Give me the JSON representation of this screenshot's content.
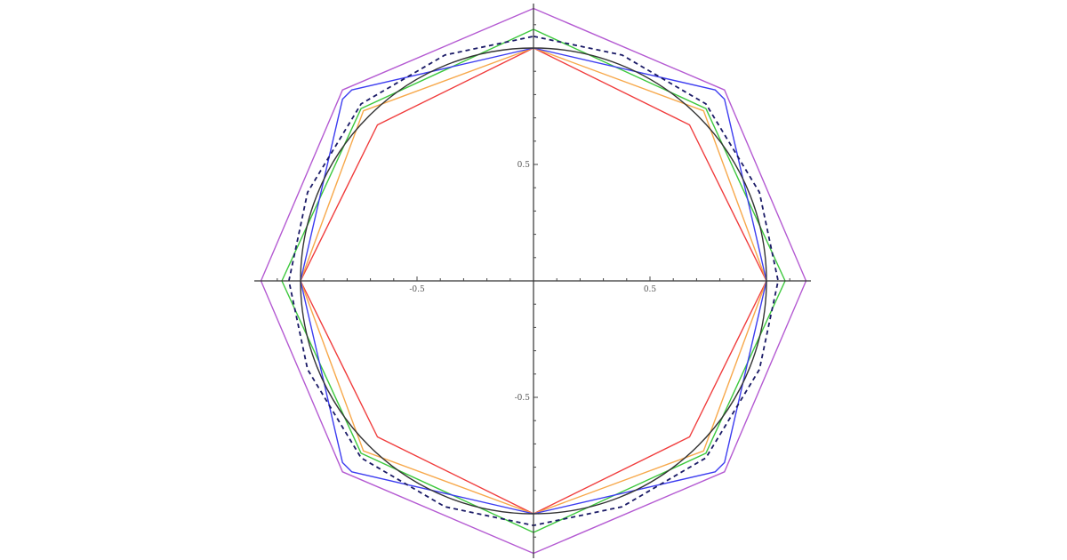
{
  "chart_data": {
    "type": "line",
    "title": "",
    "xlabel": "",
    "ylabel": "",
    "xlim": [
      -1.18,
      1.18
    ],
    "ylim": [
      -1.18,
      1.18
    ],
    "grid": false,
    "legend": "none",
    "x_ticks": [
      {
        "value": -0.5,
        "label": "-0.5"
      },
      {
        "value": 0.5,
        "label": "0.5"
      }
    ],
    "y_ticks": [
      {
        "value": 0.5,
        "label": "0.5"
      },
      {
        "value": -0.5,
        "label": "-0.5"
      }
    ],
    "series": [
      {
        "color": "#f03c3c",
        "dash": "solid",
        "closed": true,
        "points": [
          [
            0,
            1.0
          ],
          [
            0.67,
            0.67
          ],
          [
            1.0,
            0
          ],
          [
            0.67,
            -0.67
          ],
          [
            0,
            -1.0
          ],
          [
            -0.67,
            -0.67
          ],
          [
            -1.0,
            0
          ],
          [
            -0.67,
            0.67
          ]
        ]
      },
      {
        "color": "#f7a84a",
        "dash": "solid",
        "closed": true,
        "points": [
          [
            0,
            1.0
          ],
          [
            0.73,
            0.73
          ],
          [
            1.0,
            0
          ],
          [
            0.73,
            -0.73
          ],
          [
            0,
            -1.0
          ],
          [
            -0.73,
            -0.73
          ],
          [
            -1.0,
            0
          ],
          [
            -0.73,
            0.73
          ]
        ]
      },
      {
        "color": "#3cc83c",
        "dash": "solid",
        "closed": true,
        "points": [
          [
            0,
            1.08
          ],
          [
            0.74,
            0.74
          ],
          [
            1.08,
            0
          ],
          [
            0.74,
            -0.74
          ],
          [
            0,
            -1.08
          ],
          [
            -0.74,
            -0.74
          ],
          [
            -1.08,
            0
          ],
          [
            -0.74,
            0.74
          ]
        ]
      },
      {
        "color": "#3c3cf0",
        "dash": "solid",
        "closed": true,
        "points": [
          [
            0,
            1.0
          ],
          [
            0.52,
            0.88
          ],
          [
            0.78,
            0.82
          ],
          [
            0.82,
            0.78
          ],
          [
            0.88,
            0.52
          ],
          [
            1.0,
            0
          ],
          [
            0.88,
            -0.52
          ],
          [
            0.82,
            -0.78
          ],
          [
            0.78,
            -0.82
          ],
          [
            0.52,
            -0.88
          ],
          [
            0,
            -1.0
          ],
          [
            -0.52,
            -0.88
          ],
          [
            -0.78,
            -0.82
          ],
          [
            -0.82,
            -0.78
          ],
          [
            -0.88,
            -0.52
          ],
          [
            -1.0,
            0
          ],
          [
            -0.88,
            0.52
          ],
          [
            -0.82,
            0.78
          ],
          [
            -0.78,
            0.82
          ],
          [
            -0.52,
            0.88
          ]
        ]
      },
      {
        "color": "#b45ad2",
        "dash": "solid",
        "closed": true,
        "points": [
          [
            0,
            1.17
          ],
          [
            0.82,
            0.82
          ],
          [
            1.17,
            0
          ],
          [
            0.82,
            -0.82
          ],
          [
            0,
            -1.17
          ],
          [
            -0.82,
            -0.82
          ],
          [
            -1.17,
            0
          ],
          [
            -0.82,
            0.82
          ]
        ]
      },
      {
        "color": "#1a1a66",
        "dash": "dashed",
        "closed": true,
        "points": [
          [
            0,
            1.05
          ],
          [
            0.38,
            0.97
          ],
          [
            0.74,
            0.76
          ],
          [
            0.97,
            0.38
          ],
          [
            1.05,
            0
          ],
          [
            0.97,
            -0.38
          ],
          [
            0.74,
            -0.76
          ],
          [
            0.38,
            -0.97
          ],
          [
            0,
            -1.05
          ],
          [
            -0.38,
            -0.97
          ],
          [
            -0.74,
            -0.76
          ],
          [
            -0.97,
            -0.38
          ],
          [
            -1.05,
            0
          ],
          [
            -0.97,
            0.38
          ],
          [
            -0.74,
            0.76
          ],
          [
            -0.38,
            0.97
          ]
        ]
      },
      {
        "color": "#333333",
        "dash": "solid",
        "shape": "circle",
        "center": [
          0,
          0
        ],
        "radius": 1.0
      }
    ]
  }
}
